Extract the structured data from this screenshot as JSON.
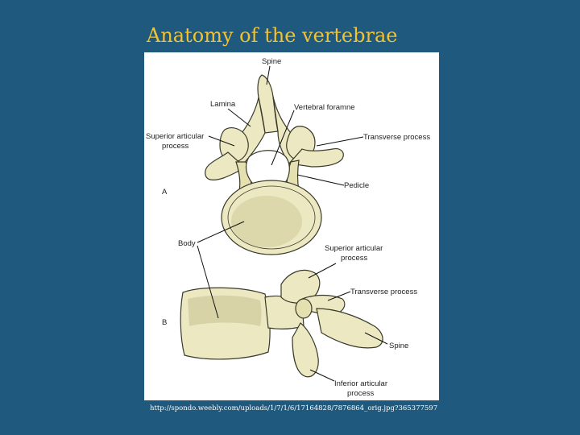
{
  "slide": {
    "title": "Anatomy of the vertebrae",
    "source_url": "http://spondo.weebly.com/uploads/1/7/1/6/17164828/7876864_orig.jpg?365377597"
  },
  "figure": {
    "panel_a_label": "A",
    "panel_b_label": "B",
    "labels": {
      "spine_top": "Spine",
      "lamina": "Lamina",
      "vertebral_foramen": "Vertebral foramne",
      "superior_articular_a_line1": "Superior articular",
      "superior_articular_a_line2": "process",
      "transverse_a": "Transverse process",
      "pedicle": "Pedicle",
      "body": "Body",
      "superior_articular_b_line1": "Superior articular",
      "superior_articular_b_line2": "process",
      "transverse_b": "Transverse process",
      "spine_b": "Spine",
      "inferior_articular_line1": "Inferior articular",
      "inferior_articular_line2": "process"
    }
  },
  "colors": {
    "background": "#1f5a7e",
    "title": "#f2c232",
    "bone": "#ece9c2"
  }
}
